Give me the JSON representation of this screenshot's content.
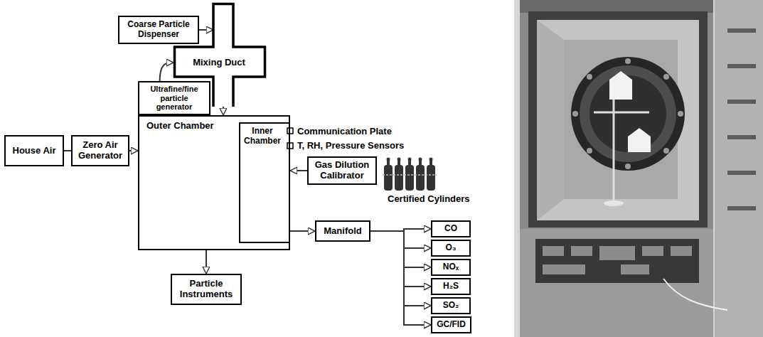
{
  "diagram": {
    "nodes": [
      {
        "text": [
          "Coarse Particle Dispenser"
        ]
      },
      {
        "text": [
          "Mixing Duct"
        ]
      },
      {
        "text": [
          "Ultrafine/fine particle generator"
        ]
      },
      {
        "text": [
          "House Air"
        ]
      },
      {
        "text": [
          "Zero Air Generator"
        ]
      },
      {
        "text": [
          "Outer Chamber"
        ]
      },
      {
        "text": [
          "Inner Chamber"
        ],
        "in": 5
      },
      {
        "text": [
          "Gas Dilution Calibrator"
        ]
      },
      {
        "text": [
          "Particle Instruments"
        ]
      },
      {
        "text": [
          "Manifold"
        ]
      },
      {
        "text": [
          "CO"
        ]
      },
      {
        "text": [
          "O₃"
        ]
      },
      {
        "text": [
          "NOₓ"
        ]
      },
      {
        "text": [
          "H₂S"
        ]
      },
      {
        "text": [
          "SO₂"
        ]
      },
      {
        "text": [
          "GC/FID"
        ]
      }
    ],
    "edges": [
      {
        "from": 3,
        "to": 4,
        "arrow": "none"
      },
      {
        "from": 4,
        "to": 5,
        "arrow": "to"
      },
      {
        "from": 0,
        "to": 1,
        "arrow": "to"
      },
      {
        "from": 2,
        "to": 1,
        "arrow": "to"
      },
      {
        "from": 1,
        "to": 5,
        "arrow": "to"
      },
      {
        "from": 7,
        "to": 6,
        "arrow": "to"
      },
      {
        "from": 5,
        "to": 8,
        "arrow": "to"
      },
      {
        "from": 6,
        "to": 9,
        "arrow": "to"
      },
      {
        "from": 9,
        "to": 10,
        "arrow": "to"
      },
      {
        "from": 9,
        "to": 11,
        "arrow": "to"
      },
      {
        "from": 9,
        "to": 12,
        "arrow": "to"
      },
      {
        "from": 9,
        "to": 13,
        "arrow": "to"
      },
      {
        "from": 9,
        "to": 14,
        "arrow": "to"
      },
      {
        "from": 9,
        "to": 15,
        "arrow": "to"
      }
    ],
    "labels": [
      "Communication Plate",
      "T, RH, Pressure Sensors",
      "Certified Cylinders"
    ]
  }
}
